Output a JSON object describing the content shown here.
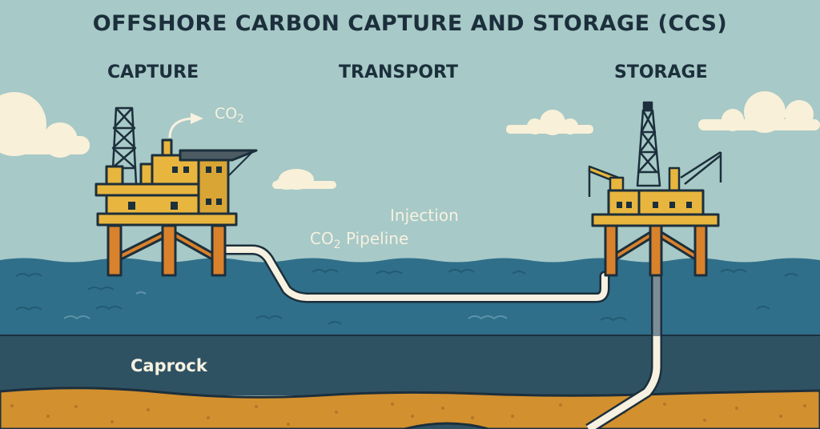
{
  "title": "OFFSHORE CARBON CAPTURE AND STORAGE (CCS)",
  "sections": {
    "capture": "CAPTURE",
    "transport": "TRANSPORT",
    "storage": "STORAGE"
  },
  "labels": {
    "co2_emission_main": "CO",
    "co2_emission_sub": "2",
    "injection": "Injection",
    "pipeline_prefix": "CO",
    "pipeline_sub": "2",
    "pipeline_suffix": " Pipeline",
    "caprock": "Caprock"
  },
  "colors": {
    "sky": "#a7c9c7",
    "cloud": "#f8f0d8",
    "sea": "#2f6f8a",
    "caprock": "#2f5263",
    "sediment": "#d3902f",
    "platform_yellow": "#e8b63e",
    "legs_orange": "#d9822b",
    "outline": "#1c2f3c",
    "pipe": "#f6f1e0"
  }
}
